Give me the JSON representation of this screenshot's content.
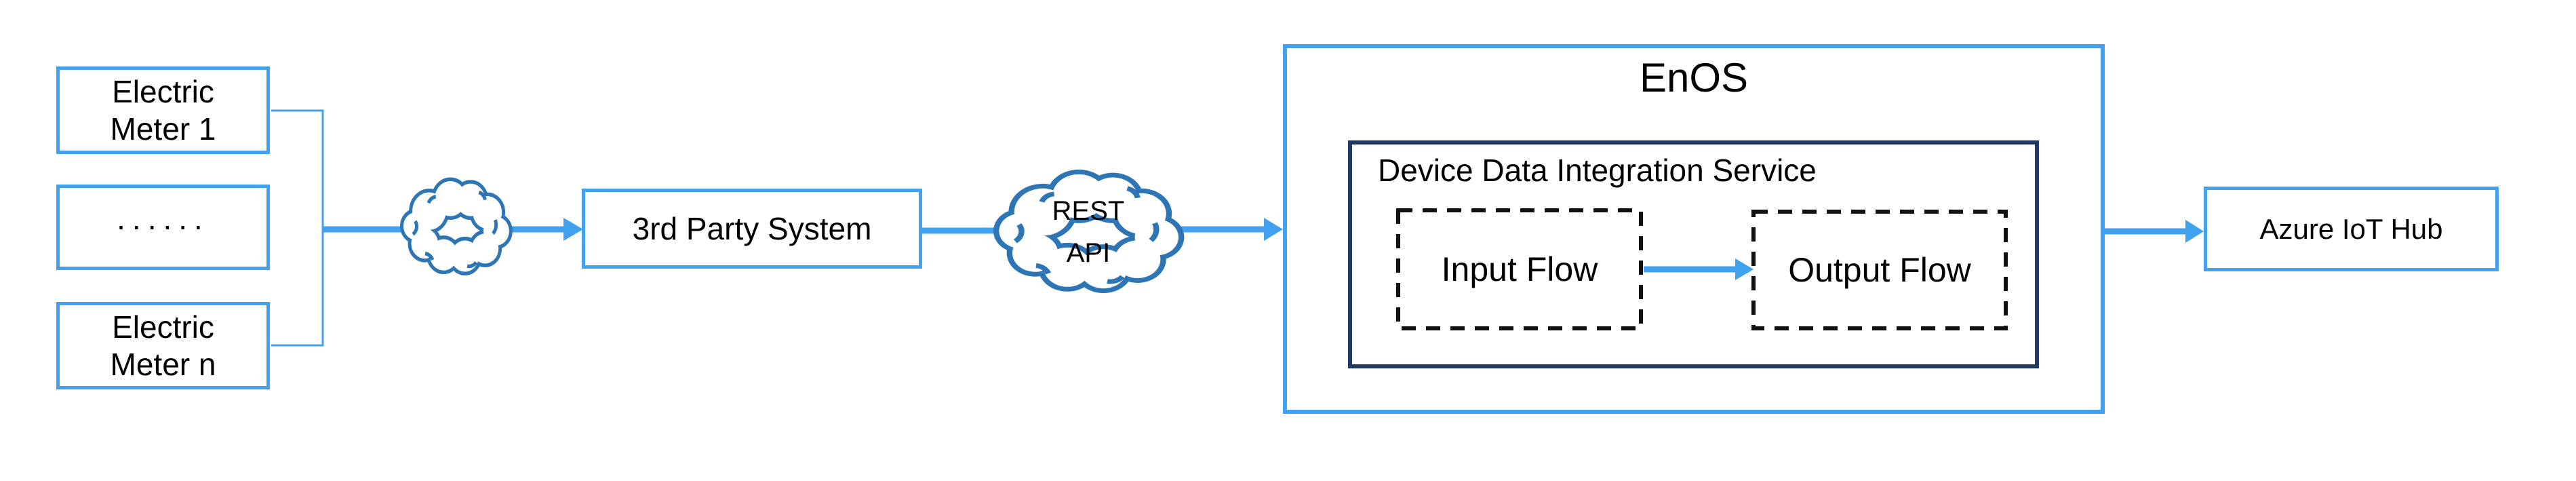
{
  "colors": {
    "accent_blue": "#42A1EF",
    "cloud_outline_blue": "#2E75B6",
    "navy_border": "#1F3864",
    "dashed_border": "#111111",
    "text": "#000000"
  },
  "nodes": {
    "meter1": {
      "label": "Electric Meter 1"
    },
    "meter_ellipsis": {
      "label": "......"
    },
    "meter_n": {
      "label": "Electric Meter n"
    },
    "third_party": {
      "label": "3rd Party System"
    },
    "rest_cloud": {
      "line1": "REST",
      "line2": "API"
    },
    "enos": {
      "title": "EnOS"
    },
    "device_data_integration": {
      "label": "Device Data Integration Service"
    },
    "input_flow": {
      "label": "Input Flow"
    },
    "output_flow": {
      "label": "Output Flow"
    },
    "azure_iot_hub": {
      "label": "Azure IoT Hub"
    }
  }
}
